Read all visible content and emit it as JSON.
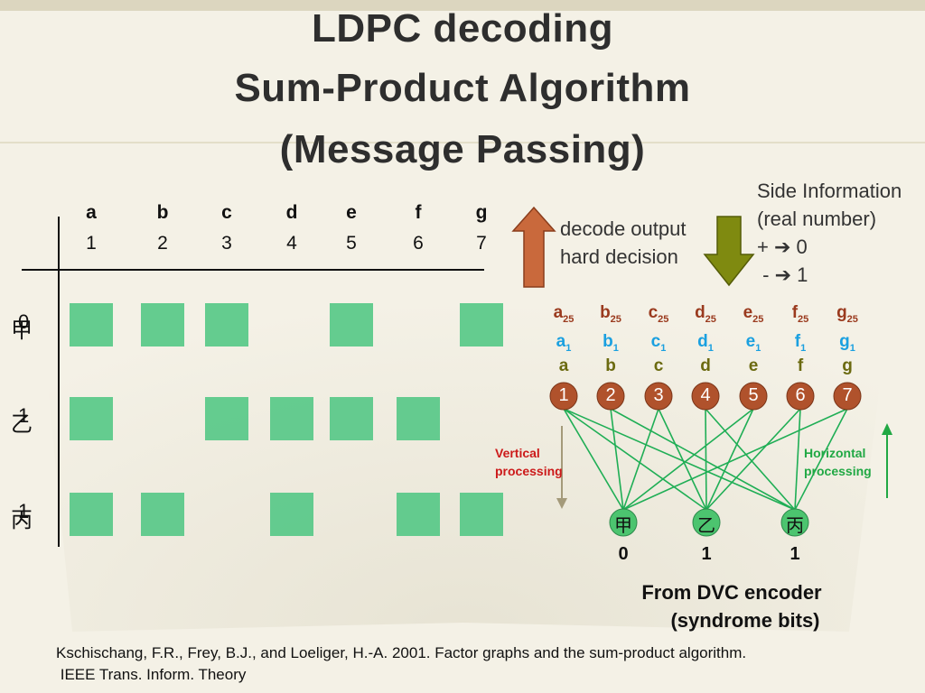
{
  "title": {
    "line1": "LDPC decoding",
    "line2": "Sum-Product Algorithm",
    "line3": "(Message Passing)"
  },
  "matrix": {
    "columns": [
      {
        "letter": "a",
        "num": "1"
      },
      {
        "letter": "b",
        "num": "2"
      },
      {
        "letter": "c",
        "num": "3"
      },
      {
        "letter": "d",
        "num": "4"
      },
      {
        "letter": "e",
        "num": "5"
      },
      {
        "letter": "f",
        "num": "6"
      },
      {
        "letter": "g",
        "num": "7"
      }
    ],
    "rows": [
      {
        "label": "甲",
        "bit": "0",
        "ones": [
          0,
          1,
          2,
          4,
          6
        ]
      },
      {
        "label": "乙",
        "bit": "1",
        "ones": [
          0,
          2,
          3,
          4,
          5
        ]
      },
      {
        "label": "丙",
        "bit": "1",
        "ones": [
          0,
          1,
          3,
          5,
          6
        ]
      }
    ]
  },
  "decode_note": {
    "line1": "decode output",
    "line2": "hard decision"
  },
  "side_info": {
    "line1": "Side Information",
    "line2": "(real number)",
    "line3_prefix": "+ ",
    "line3_value": "0",
    "line4_prefix": " - ",
    "line4_value": "1"
  },
  "graph": {
    "iter_last": "25",
    "iter_first": "1",
    "letters": [
      "a",
      "b",
      "c",
      "d",
      "e",
      "f",
      "g"
    ],
    "variable_nodes": [
      "1",
      "2",
      "3",
      "4",
      "5",
      "6",
      "7"
    ],
    "check_nodes": [
      "甲",
      "乙",
      "丙"
    ],
    "syndrome_bits": [
      "0",
      "1",
      "1"
    ],
    "vertical_label": {
      "line1": "Vertical",
      "line2": "processing"
    },
    "horizontal_label": {
      "line1": "Horizontal",
      "line2": "processing"
    }
  },
  "dvc": {
    "line1": "From DVC encoder",
    "line2": "(syndrome bits)"
  },
  "reference": {
    "line1": "Kschischang, F.R., Frey, B.J., and Loeliger, H.-A. 2001. Factor graphs and the sum-product algorithm.",
    "line2": " IEEE Trans. Inform. Theory"
  },
  "colors": {
    "cell": "#5cc98a",
    "node": "#b0522c",
    "check": "#4cc46f",
    "edge": "#1fae55",
    "iter_last": "#9a3a1e",
    "iter_first": "#1aa0e0",
    "letter_row": "#6b6a10",
    "vertical_text": "#cc1a1a",
    "horizontal_text": "#21a844",
    "up_arrow": "#c9693c",
    "down_arrow": "#7f8a10"
  }
}
